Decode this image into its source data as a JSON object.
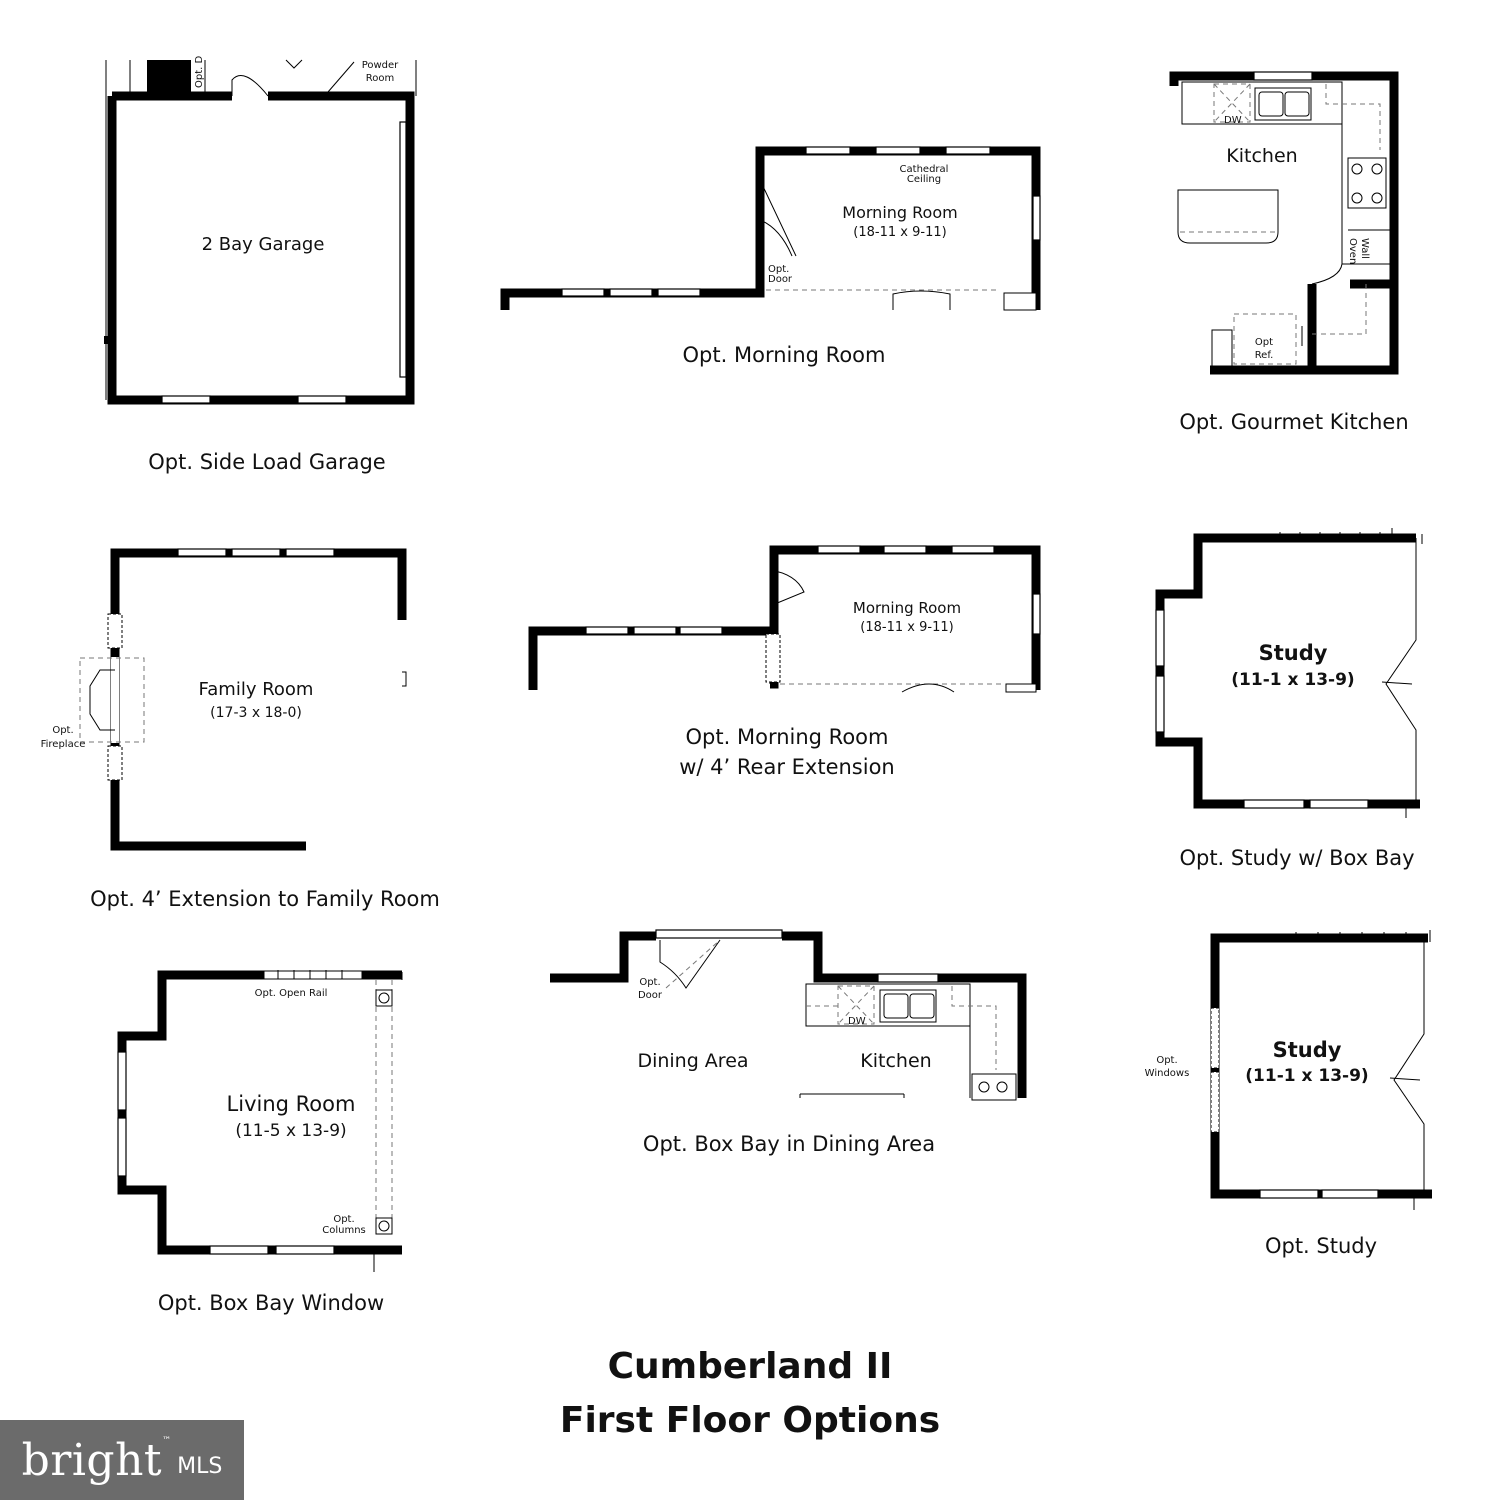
{
  "title": {
    "line1": "Cumberland II",
    "line2": "First Floor Options"
  },
  "logo": {
    "brand": "bright",
    "trademark": "™",
    "suffix": "MLS"
  },
  "plans": {
    "garage": {
      "caption": "Opt. Side Load Garage",
      "room": "2 Bay Garage",
      "powder_room": [
        "Powder",
        "Room"
      ],
      "note": "Opt. D"
    },
    "morning1": {
      "caption": "Opt. Morning Room",
      "room": "Morning Room",
      "dims": "(18-11 x 9-11)",
      "ceiling": [
        "Cathedral",
        "Ceiling"
      ],
      "door": [
        "Opt.",
        "Door"
      ]
    },
    "kitchen": {
      "caption": "Opt. Gourmet Kitchen",
      "room": "Kitchen",
      "dw": "DW",
      "wall_oven": [
        "Wall",
        "Oven"
      ],
      "ref": [
        "Opt",
        "Ref."
      ]
    },
    "family": {
      "caption": "Opt. 4’ Extension to Family Room",
      "room": "Family Room",
      "dims": "(17-3 x 18-0)",
      "fireplace": [
        "Opt.",
        "Fireplace"
      ]
    },
    "morning2": {
      "caption_line1": "Opt. Morning Room",
      "caption_line2": "w/ 4’ Rear Extension",
      "room": "Morning Room",
      "dims": "(18-11 x 9-11)"
    },
    "study_bay": {
      "caption": "Opt. Study w/ Box Bay",
      "room": "Study",
      "dims": "(11-1 x 13-9)"
    },
    "living": {
      "caption": "Opt. Box Bay Window",
      "room": "Living Room",
      "dims": "(11-5 x 13-9)",
      "rail": "Opt. Open Rail",
      "columns": [
        "Opt.",
        "Columns"
      ]
    },
    "dining": {
      "caption": "Opt. Box Bay in Dining Area",
      "dining": "Dining Area",
      "kitchen": "Kitchen",
      "door": [
        "Opt.",
        "Door"
      ],
      "dw": "DW"
    },
    "study": {
      "caption": "Opt. Study",
      "room": "Study",
      "dims": "(11-1 x 13-9)",
      "windows": [
        "Opt.",
        "Windows"
      ]
    }
  }
}
